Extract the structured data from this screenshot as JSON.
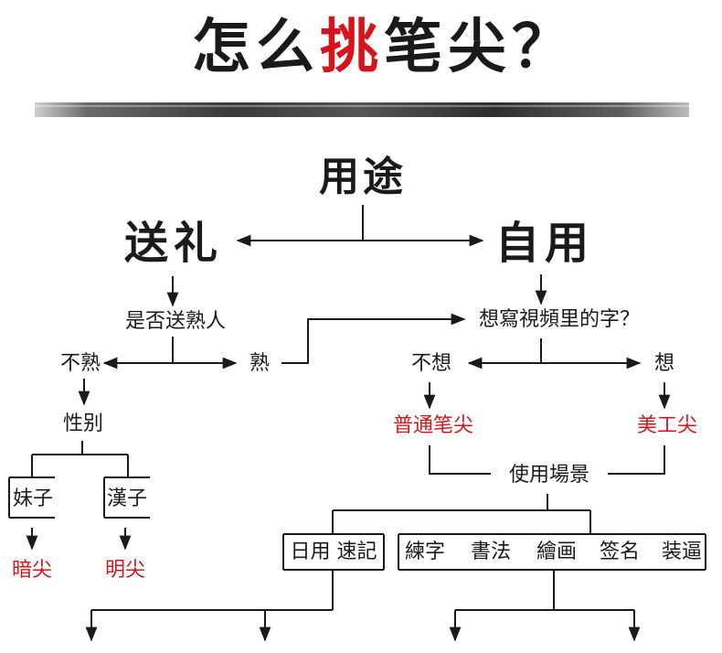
{
  "header": {
    "title_pre": "怎么",
    "title_highlight": "挑",
    "title_post": "笔尖？"
  },
  "diagram": {
    "root": "用途",
    "gift": "送礼",
    "self_use": "自用",
    "acquaintance_question": "是否送熟人",
    "not_familiar": "不熟",
    "familiar": "熟",
    "gender": "性别",
    "girl": "妹子",
    "guy": "漢子",
    "dark_nib": "暗尖",
    "visible_nib": "明尖",
    "video_question": "想寫視頻里的字？",
    "no_want": "不想",
    "want": "想",
    "normal_nib": "普通笔尖",
    "art_nib": "美工尖",
    "usage_scene": "使用場景",
    "scene_daily": "日用 速記",
    "scene_practice": "練字",
    "scene_calligraphy": "書法",
    "scene_drawing": "繪画",
    "scene_signature": "签名",
    "scene_show": "装逼"
  },
  "colors": {
    "accent_red": "#d5151b",
    "ink": "#1a1a1a"
  }
}
